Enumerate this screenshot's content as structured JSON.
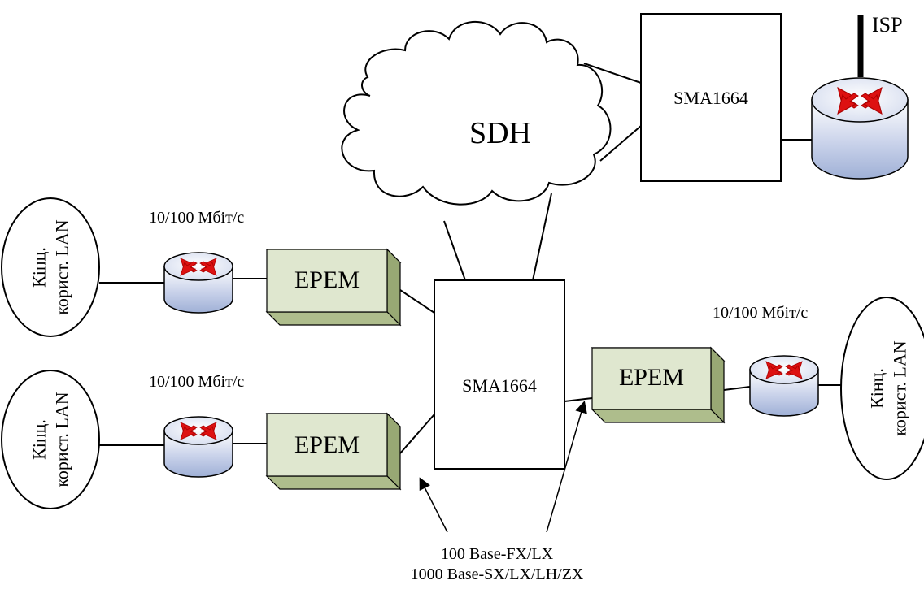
{
  "cloud": {
    "label": "SDH"
  },
  "mux_top": {
    "label": "SMA1664"
  },
  "mux_center": {
    "label": "SMA1664"
  },
  "isp": {
    "label": "ISP"
  },
  "eprem_left_top": {
    "label": "EPEM"
  },
  "eprem_left_bottom": {
    "label": "EPEM"
  },
  "eprem_right": {
    "label": "EPEM"
  },
  "speed_left_top": "10/100 Мбіт/с",
  "speed_left_bottom": "10/100 Мбіт/с",
  "speed_right": "10/100 Мбіт/с",
  "lan_left_top": {
    "line1": "Кінц.",
    "line2": "корист. LAN"
  },
  "lan_left_bottom": {
    "line1": "Кінц.",
    "line2": "корист. LAN"
  },
  "lan_right": {
    "line1": "Кінц.",
    "line2": "корист. LAN"
  },
  "interfaces": {
    "line1": "100 Base-FX/LX",
    "line2": "1000 Base-SX/LX/LH/ZX"
  },
  "colors": {
    "box_face": "#dfe7cf",
    "box_top": "#c2cfa4",
    "box_side": "#98a874",
    "router_body": "#b8c4e0",
    "router_top": "#ffffff",
    "arrow": "#dd1111"
  }
}
